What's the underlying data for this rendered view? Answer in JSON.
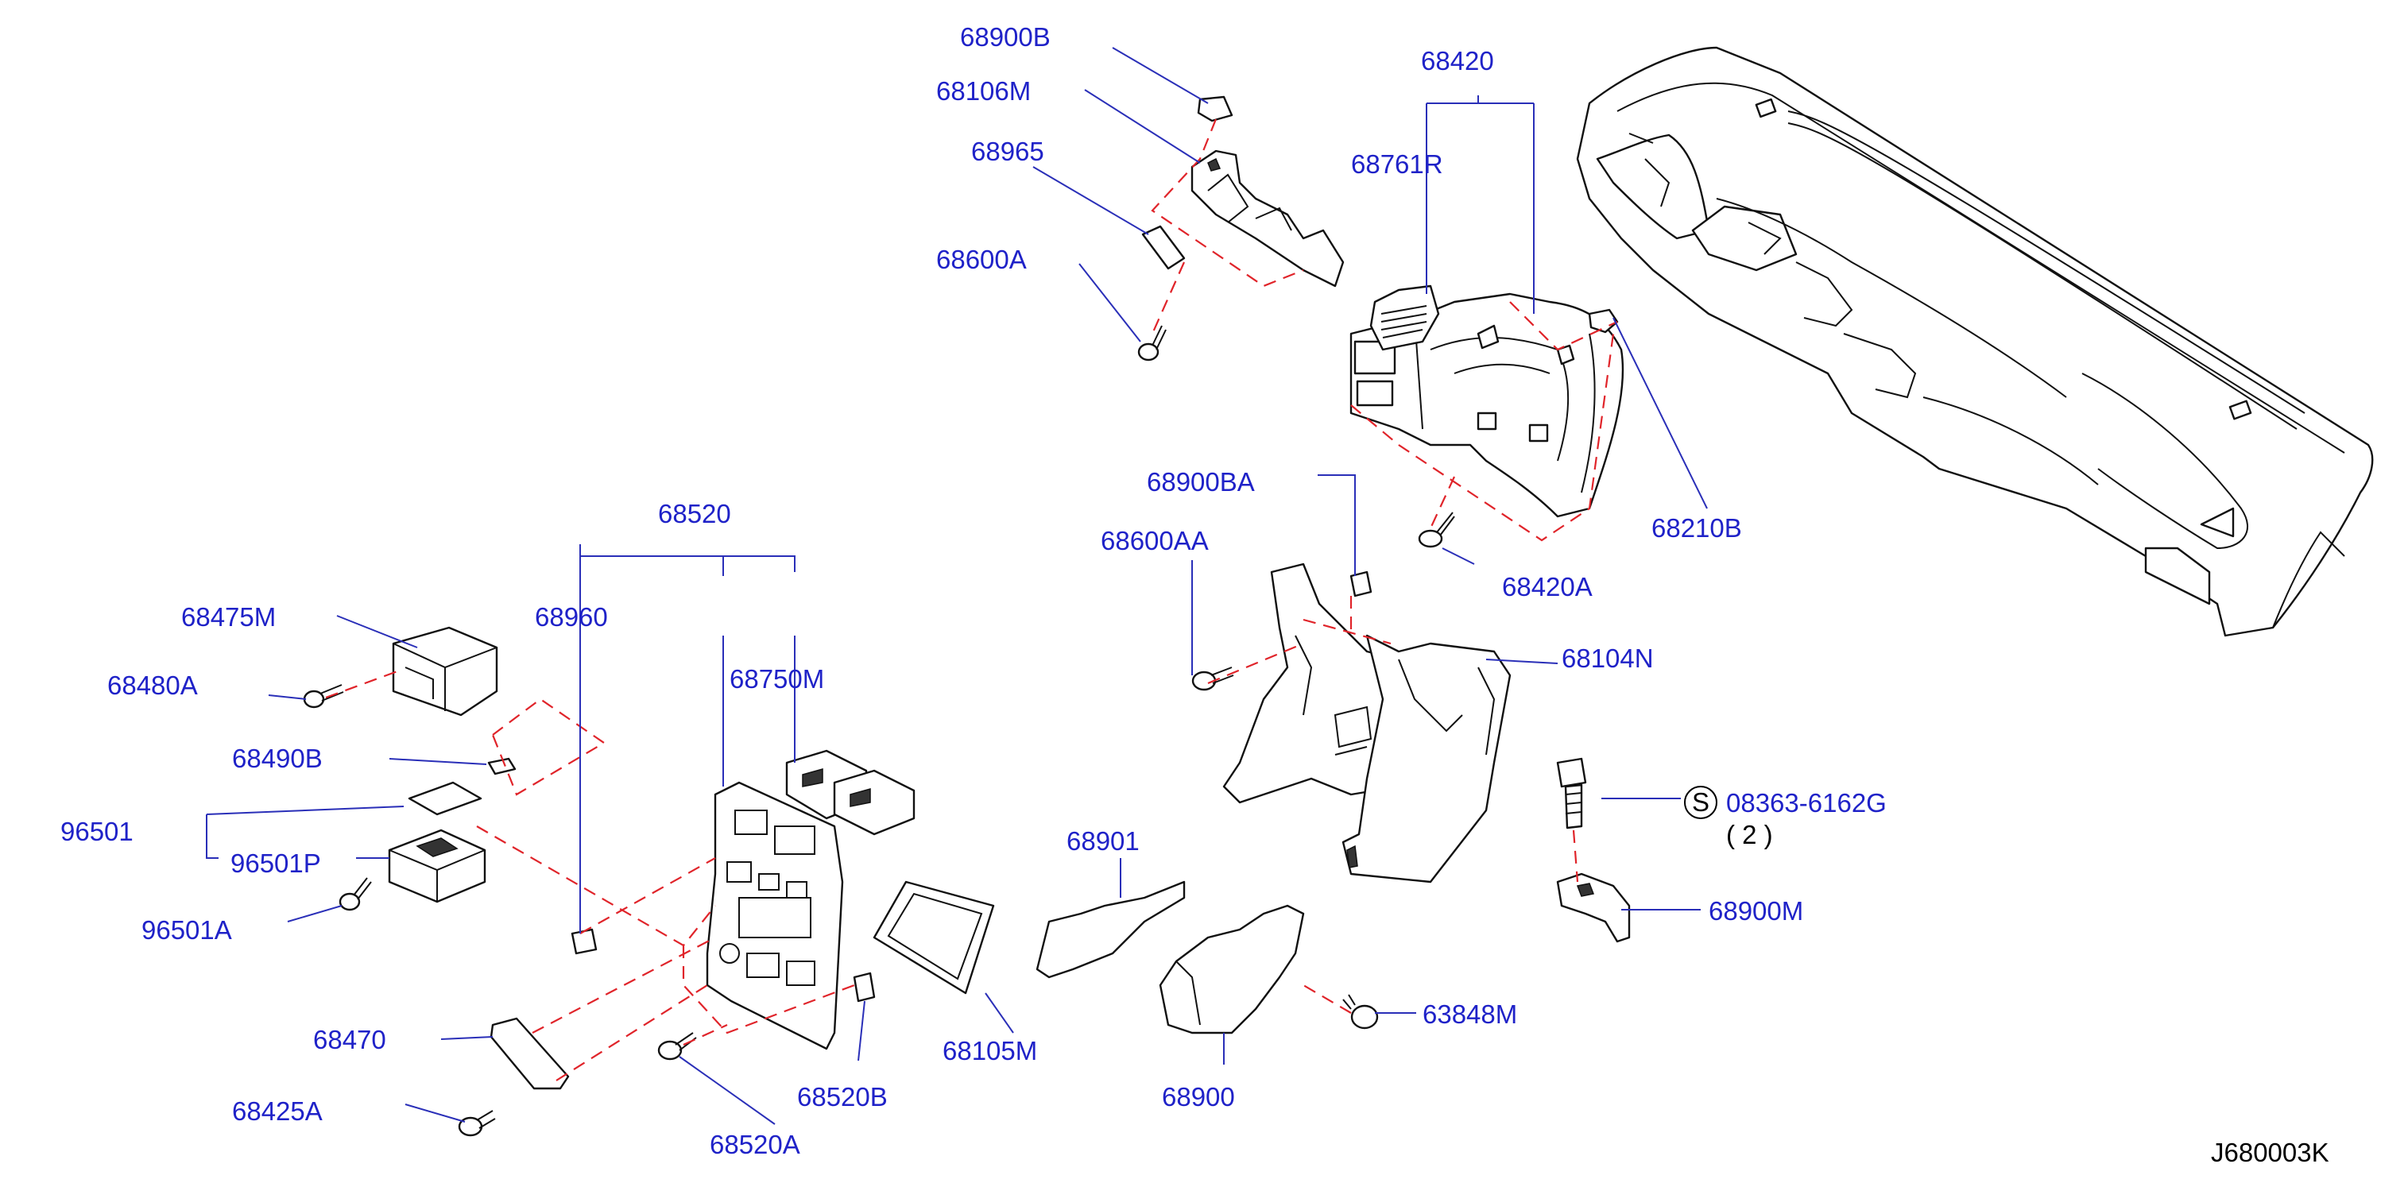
{
  "labels": {
    "p68900B": "68900B",
    "p68106M": "68106M",
    "p68965": "68965",
    "p68600A": "68600A",
    "p68420": "68420",
    "p68761R": "68761R",
    "p68210B": "68210B",
    "p68900BA": "68900BA",
    "p68600AA": "68600AA",
    "p68420A": "68420A",
    "p68104N": "68104N",
    "p68520": "68520",
    "p68475M": "68475M",
    "p68480A": "68480A",
    "p68960": "68960",
    "p68750M": "68750M",
    "p68490B": "68490B",
    "p96501": "96501",
    "p96501P": "96501P",
    "p96501A": "96501A",
    "p68901": "68901",
    "p08363": "08363-6162G",
    "qty": "( 2 )",
    "s_mark": "S",
    "p68900M": "68900M",
    "p63848M": "63848M",
    "p68900": "68900",
    "p68105M": "68105M",
    "p68470": "68470",
    "p68520B": "68520B",
    "p68425A": "68425A",
    "p68520A": "68520A"
  },
  "diagram_code": "J680003K",
  "colors": {
    "label": "#1f22c8",
    "leader": "#2a2fb8",
    "dashed": "#e0242a",
    "line": "#111111"
  }
}
